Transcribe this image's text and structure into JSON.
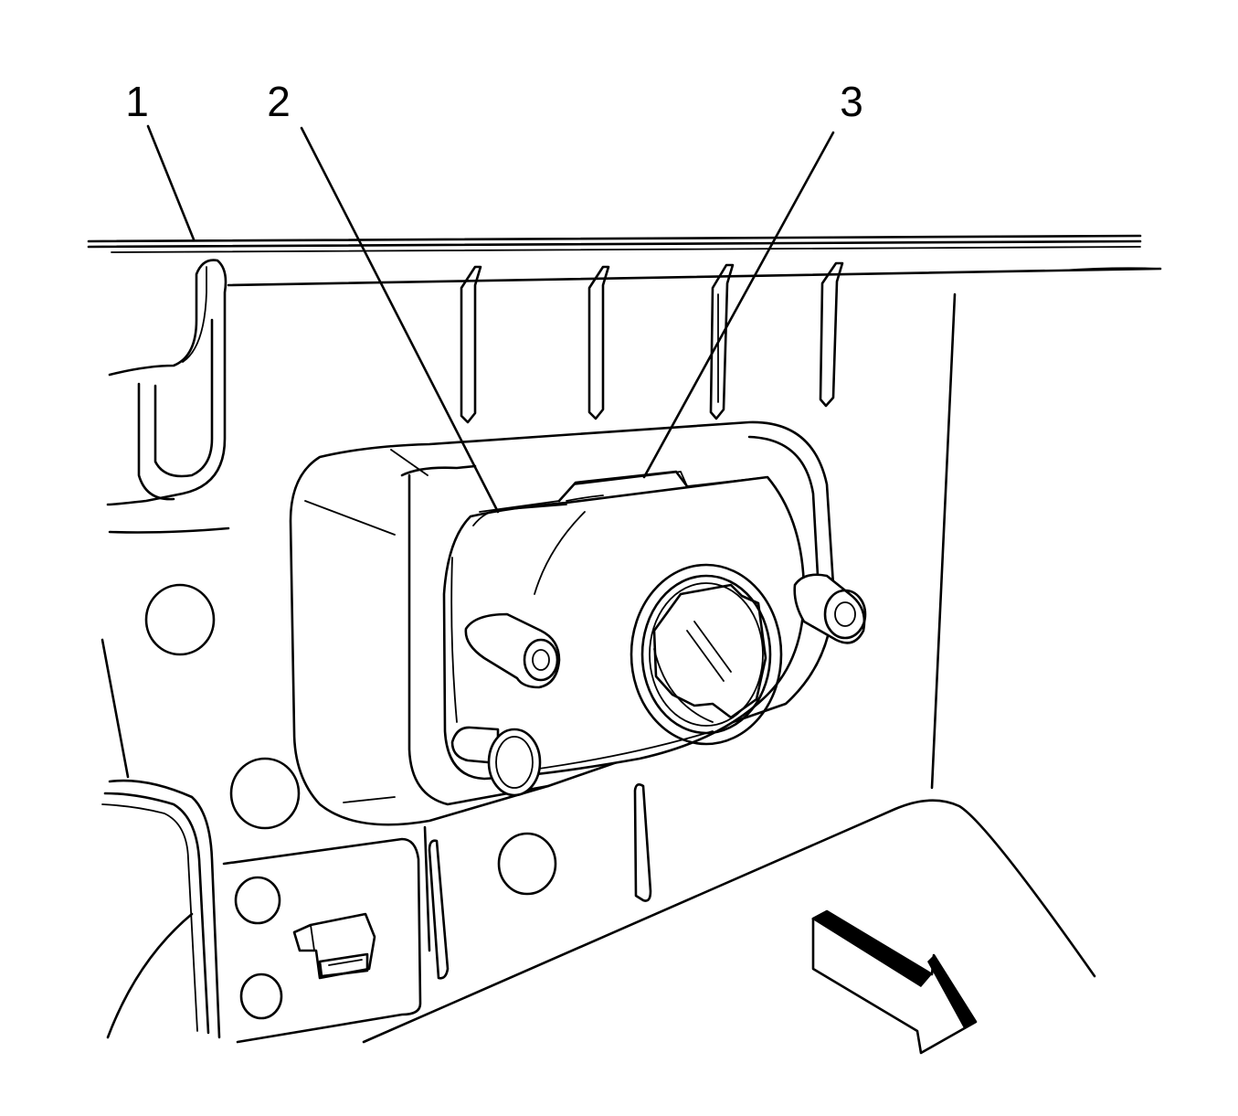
{
  "callouts": [
    {
      "label": "1"
    },
    {
      "label": "2"
    },
    {
      "label": "3"
    }
  ],
  "colors": {
    "line": "#000000",
    "background": "#ffffff"
  },
  "icons": {
    "direction_arrow": "forward-arrow-icon"
  }
}
